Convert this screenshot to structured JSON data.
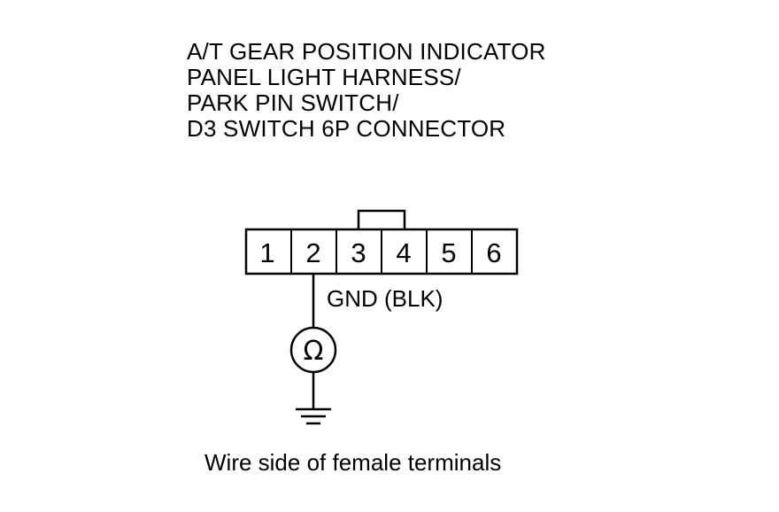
{
  "title_lines": [
    "A/T GEAR POSITION INDICATOR",
    "PANEL LIGHT HARNESS/",
    "PARK PIN SWITCH/",
    "D3 SWITCH 6P CONNECTOR"
  ],
  "connector": {
    "pins": [
      "1",
      "2",
      "3",
      "4",
      "5",
      "6"
    ]
  },
  "wire_label": "GND (BLK)",
  "meter_symbol": "Ω",
  "caption": "Wire side of female terminals"
}
